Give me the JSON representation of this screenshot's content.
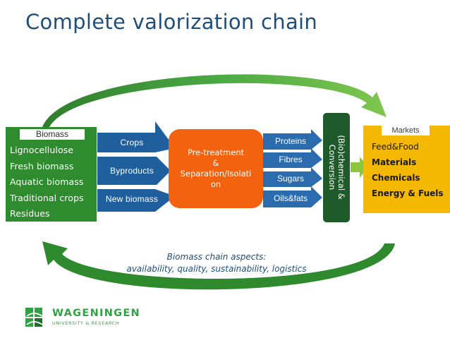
{
  "title": "Complete valorization chain",
  "colors": {
    "title": "#1f4e79",
    "biomass_green": "#2e8b2e",
    "input_blue": "#1f5f9e",
    "pretreatment_orange": "#f2620f",
    "output_blue": "#2b6cae",
    "conversion_green": "#1f5a2a",
    "markets_yellow": "#f5b800",
    "arc_green": "#3f9b3a",
    "connector_green": "#8cc63f"
  },
  "biomass": {
    "tag": "Biomass",
    "items": [
      "Lignocellulose",
      "Fresh biomass",
      "Aquatic biomass",
      "Traditional crops",
      "Residues"
    ]
  },
  "inputs": [
    "Crops",
    "Byproducts",
    "New biomass"
  ],
  "pretreatment": {
    "label": "Pre-treatment\n&\nSeparation/Isolati\non"
  },
  "outputs": [
    "Proteins",
    "Fibres",
    "Sugars",
    "Oils&fats"
  ],
  "conversion": {
    "label": "(Bio)chemical &\nConversion"
  },
  "markets": {
    "tag": "Markets",
    "items": [
      {
        "label": "Feed&Food",
        "bold": false
      },
      {
        "label": "Materials",
        "bold": true
      },
      {
        "label": "Chemicals",
        "bold": true
      },
      {
        "label": "Energy & Fuels",
        "bold": true
      }
    ]
  },
  "aspects": {
    "line1": "Biomass chain aspects:",
    "line2": "availability, quality, sustainability, logistics"
  },
  "logo": {
    "icon": "wageningen-logo-icon",
    "wordmark": "WAGENINGEN",
    "subtitle": "UNIVERSITY & RESEARCH"
  }
}
